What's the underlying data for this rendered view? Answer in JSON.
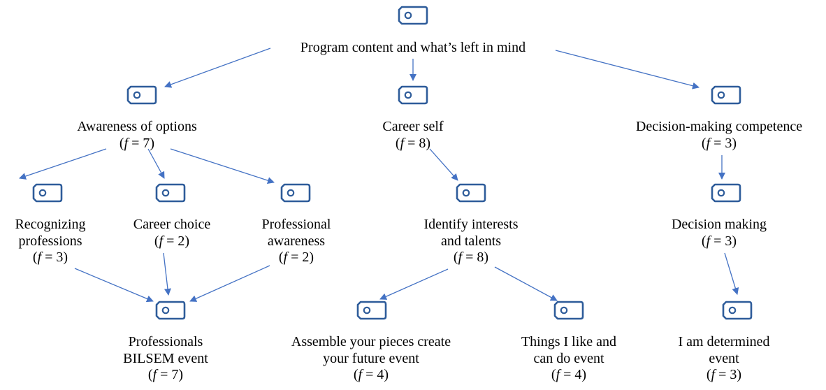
{
  "theme": {
    "arrow_color": "#4472C4",
    "icon_color": "#2E5C9A"
  },
  "nodes": {
    "root": {
      "lines": [
        "Program content and what’s left in mind"
      ],
      "freq": null
    },
    "awareness_options": {
      "lines": [
        "Awareness of options"
      ],
      "freq": "7"
    },
    "career_self": {
      "lines": [
        "Career self"
      ],
      "freq": "8"
    },
    "decision_competence": {
      "lines": [
        "Decision-making competence"
      ],
      "freq": "3"
    },
    "recognizing_professions": {
      "lines": [
        "Recognizing",
        "professions"
      ],
      "freq": "3"
    },
    "career_choice": {
      "lines": [
        "Career choice"
      ],
      "freq": "2"
    },
    "professional_awareness": {
      "lines": [
        "Professional",
        "awareness"
      ],
      "freq": "2"
    },
    "identify_interests": {
      "lines": [
        "Identify interests",
        "and talents"
      ],
      "freq": "8"
    },
    "decision_making": {
      "lines": [
        "Decision making"
      ],
      "freq": "3"
    },
    "professionals_bilsem": {
      "lines": [
        "Professionals",
        "BILSEM event"
      ],
      "freq": "7"
    },
    "assemble_pieces": {
      "lines": [
        "Assemble your pieces create",
        "your future event"
      ],
      "freq": "4"
    },
    "things_i_like": {
      "lines": [
        "Things I like and",
        "can do event"
      ],
      "freq": "4"
    },
    "determined": {
      "lines": [
        "I am determined",
        "event"
      ],
      "freq": "3"
    }
  },
  "freq_prefix": "f",
  "freq_infix": " = ",
  "icon": "tag-icon"
}
